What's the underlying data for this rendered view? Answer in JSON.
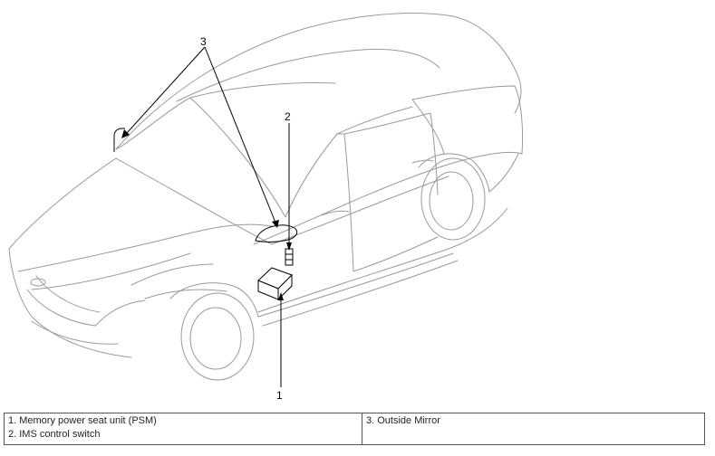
{
  "callouts": [
    "1",
    "2",
    "3"
  ],
  "legend": {
    "item1": "1. Memory power seat unit (PSM)",
    "item2": "2. IMS control switch",
    "item3": "3. Outside Mirror"
  },
  "colors": {
    "line": "#999999",
    "callout": "#000000",
    "border": "#555555"
  }
}
